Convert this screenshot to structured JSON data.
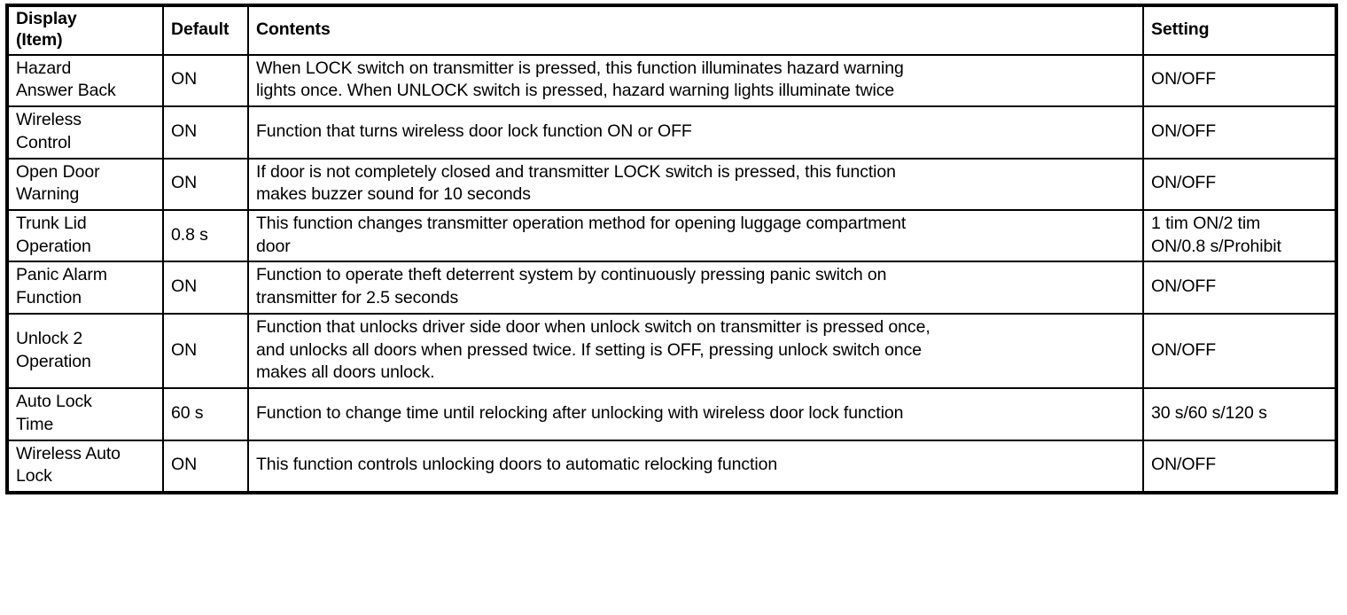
{
  "table": {
    "headers": {
      "item_line1": "Display",
      "item_line2": "(Item)",
      "default": "Default",
      "contents": "Contents",
      "setting": "Setting"
    },
    "rows": [
      {
        "item_line1": "Hazard",
        "item_line2": "Answer Back",
        "default": "ON",
        "contents_line1": "When LOCK switch on transmitter is pressed, this function illuminates hazard warning",
        "contents_line2": "lights once. When UNLOCK switch is pressed, hazard warning lights illuminate twice",
        "contents_line3": "",
        "setting_line1": "ON/OFF",
        "setting_line2": ""
      },
      {
        "item_line1": "Wireless",
        "item_line2": "Control",
        "default": "ON",
        "contents_line1": "Function that turns wireless door lock function ON or OFF",
        "contents_line2": "",
        "contents_line3": "",
        "setting_line1": "ON/OFF",
        "setting_line2": ""
      },
      {
        "item_line1": "Open Door",
        "item_line2": "Warning",
        "default": "ON",
        "contents_line1": "If door is not completely closed and transmitter LOCK switch is pressed, this function",
        "contents_line2": "makes buzzer sound for 10 seconds",
        "contents_line3": "",
        "setting_line1": "ON/OFF",
        "setting_line2": ""
      },
      {
        "item_line1": "Trunk Lid",
        "item_line2": "Operation",
        "default": "0.8 s",
        "contents_line1": "This function changes transmitter operation method for opening luggage compartment",
        "contents_line2": "door",
        "contents_line3": "",
        "setting_line1": "1 tim ON/2 tim",
        "setting_line2": "ON/0.8 s/Prohibit"
      },
      {
        "item_line1": "Panic Alarm",
        "item_line2": "Function",
        "default": "ON",
        "contents_line1": "Function to operate theft deterrent system by continuously pressing panic switch on",
        "contents_line2": "transmitter for 2.5 seconds",
        "contents_line3": "",
        "setting_line1": "ON/OFF",
        "setting_line2": ""
      },
      {
        "item_line1": "Unlock 2",
        "item_line2": "Operation",
        "default": "ON",
        "contents_line1": "Function that unlocks driver side door when unlock switch on transmitter is pressed once,",
        "contents_line2": "and unlocks all doors when pressed twice. If setting is OFF, pressing unlock switch once",
        "contents_line3": "makes all doors unlock.",
        "setting_line1": "ON/OFF",
        "setting_line2": ""
      },
      {
        "item_line1": "Auto Lock",
        "item_line2": "Time",
        "default": "60 s",
        "contents_line1": "Function to change time until relocking after unlocking with wireless door lock function",
        "contents_line2": "",
        "contents_line3": "",
        "setting_line1": "30 s/60 s/120 s",
        "setting_line2": ""
      },
      {
        "item_line1": "Wireless Auto",
        "item_line2": "Lock",
        "default": "ON",
        "contents_line1": "This function controls unlocking doors to automatic relocking function",
        "contents_line2": "",
        "contents_line3": "",
        "setting_line1": "ON/OFF",
        "setting_line2": ""
      }
    ]
  }
}
